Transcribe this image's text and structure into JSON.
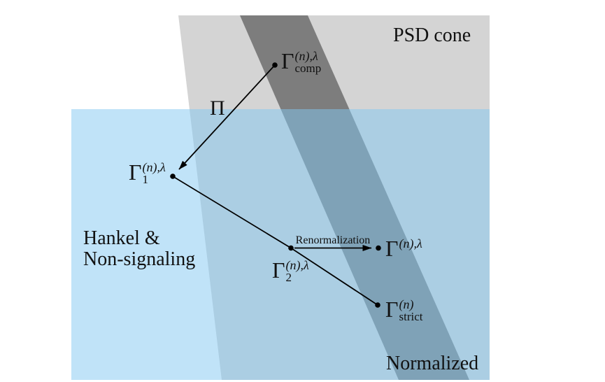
{
  "regions": {
    "psd_cone": "PSD cone",
    "hankel_line1": "Hankel &",
    "hankel_line2": "Non-signaling",
    "normalized": "Normalized"
  },
  "labels": {
    "pi": "Π",
    "renormalization": "Renormalization"
  },
  "nodes": {
    "comp": {
      "base": "Γ",
      "sup": "(n),λ",
      "sub": "comp"
    },
    "one": {
      "base": "Γ",
      "sup": "(n),λ",
      "sub": "1"
    },
    "two": {
      "base": "Γ",
      "sup": "(n),λ",
      "sub": "2"
    },
    "lambda": {
      "base": "Γ",
      "sup": "(n),λ"
    },
    "strict": {
      "base": "Γ",
      "sup": "(n)",
      "sub": "strict"
    }
  },
  "colors": {
    "background": "#ffffff",
    "psd_cone_fill": "#d4d4d4",
    "normalized_band_fill": "#7d7d7d",
    "hankel_fill_rgba": "rgba(129,199,241,0.5)",
    "blue_over_white": "#c0e3f8",
    "blue_over_cone": "#a6cde2",
    "blue_over_band": "#7fa2b7",
    "line": "#000000"
  }
}
